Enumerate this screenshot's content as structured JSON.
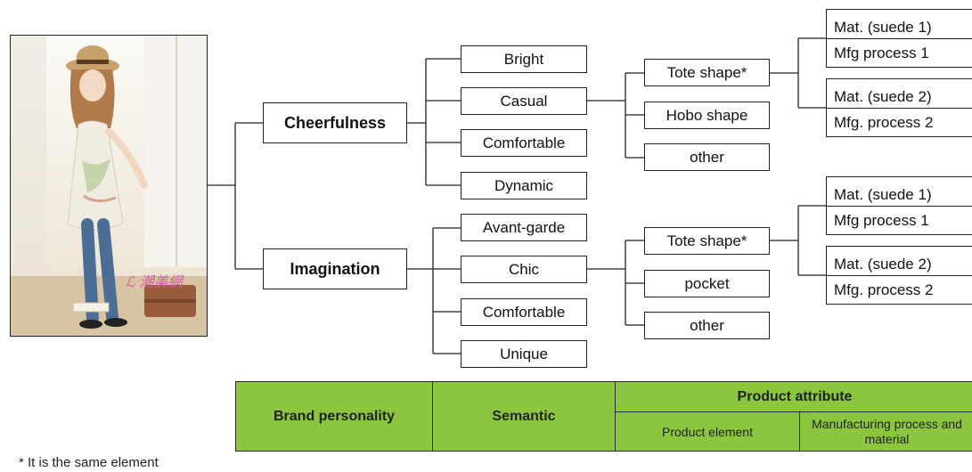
{
  "photo": {
    "name": "model-photo",
    "watermark": "ℒ 潮美網"
  },
  "personality": [
    {
      "label": "Cheerfulness",
      "semantic": [
        "Bright",
        "Casual",
        "Comfortable",
        "Dynamic"
      ],
      "elements": [
        "Tote shape*",
        "Hobo shape",
        "other"
      ],
      "attributes": [
        "Mat. (suede 1)",
        "Mfg process 1",
        "Mat. (suede 2)",
        "Mfg. process 2"
      ]
    },
    {
      "label": "Imagination",
      "semantic": [
        "Avant-garde",
        "Chic",
        "Comfortable",
        "Unique"
      ],
      "elements": [
        "Tote shape*",
        "pocket",
        "other"
      ],
      "attributes": [
        "Mat. (suede 1)",
        "Mfg process 1",
        "Mat. (suede 2)",
        "Mfg. process 2"
      ]
    }
  ],
  "legend": {
    "brand_personality": "Brand personality",
    "semantic": "Semantic",
    "product_attribute": "Product attribute",
    "product_element": "Product element",
    "manufacturing": "Manufacturing process and material"
  },
  "footnote": "* It is the same element",
  "colors": {
    "legend_fill": "#8cc63f",
    "line": "#222222"
  }
}
